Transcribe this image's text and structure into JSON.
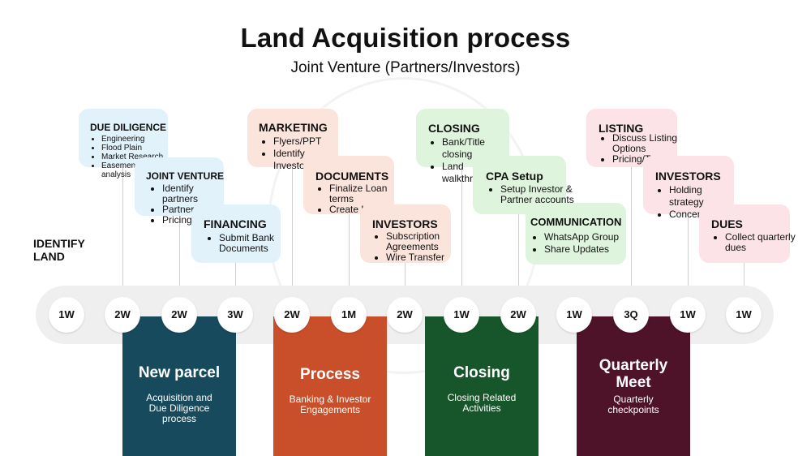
{
  "title": "Land Acquisition process",
  "subtitle": "Joint Venture (Partners/Investors)",
  "start_label": "IDENTIFY LAND",
  "steps": [
    {
      "title": "DUE DILIGENCE",
      "items": [
        "Engineering",
        "Flood Plain",
        "Market Research",
        "Easement analysis"
      ]
    },
    {
      "title": "JOINT VENTURE",
      "items": [
        "Identify partners",
        "Partner/Investor",
        "Pricing"
      ]
    },
    {
      "title": "FINANCING",
      "items": [
        "Submit Bank Documents"
      ]
    },
    {
      "title": "MARKETING",
      "items": [
        "Flyers/PPT",
        "Identify Investors"
      ]
    },
    {
      "title": "DOCUMENTS",
      "items": [
        "Finalize Loan terms",
        "Create LLC"
      ]
    },
    {
      "title": "INVESTORS",
      "items": [
        "Subscription Agreements",
        "Wire Transfer"
      ]
    },
    {
      "title": "CLOSING",
      "items": [
        "Bank/Title closing",
        "Land walkthrough"
      ]
    },
    {
      "title": "CPA Setup",
      "items": [
        "Setup Investor & Partner accounts"
      ]
    },
    {
      "title": "COMMUNICATION",
      "items": [
        "WhatsApp Group",
        "Share Updates"
      ]
    },
    {
      "title": "LISTING",
      "items": [
        "Discuss Listing Options",
        "Pricing/Terms"
      ]
    },
    {
      "title": "INVESTORS",
      "items": [
        "Holding strategy",
        "Concerns"
      ]
    },
    {
      "title": "DUES",
      "items": [
        "Collect quarterly dues"
      ]
    }
  ],
  "durations": [
    "1W",
    "2W",
    "2W",
    "3W",
    "2W",
    "1M",
    "2W",
    "1W",
    "2W",
    "1W",
    "3Q",
    "1W",
    "1W"
  ],
  "phases": [
    {
      "title": "New parcel",
      "description": "Acquisition and Due Diligence process",
      "color": "#174a5c"
    },
    {
      "title": "Process",
      "description": "Banking & Investor Engagements",
      "color": "#c94f2a"
    },
    {
      "title": "Closing",
      "description": "Closing Related Activities",
      "color": "#17562a"
    },
    {
      "title": "Quarterly Meet",
      "description": "Quarterly checkpoints",
      "color": "#4e1229"
    }
  ]
}
